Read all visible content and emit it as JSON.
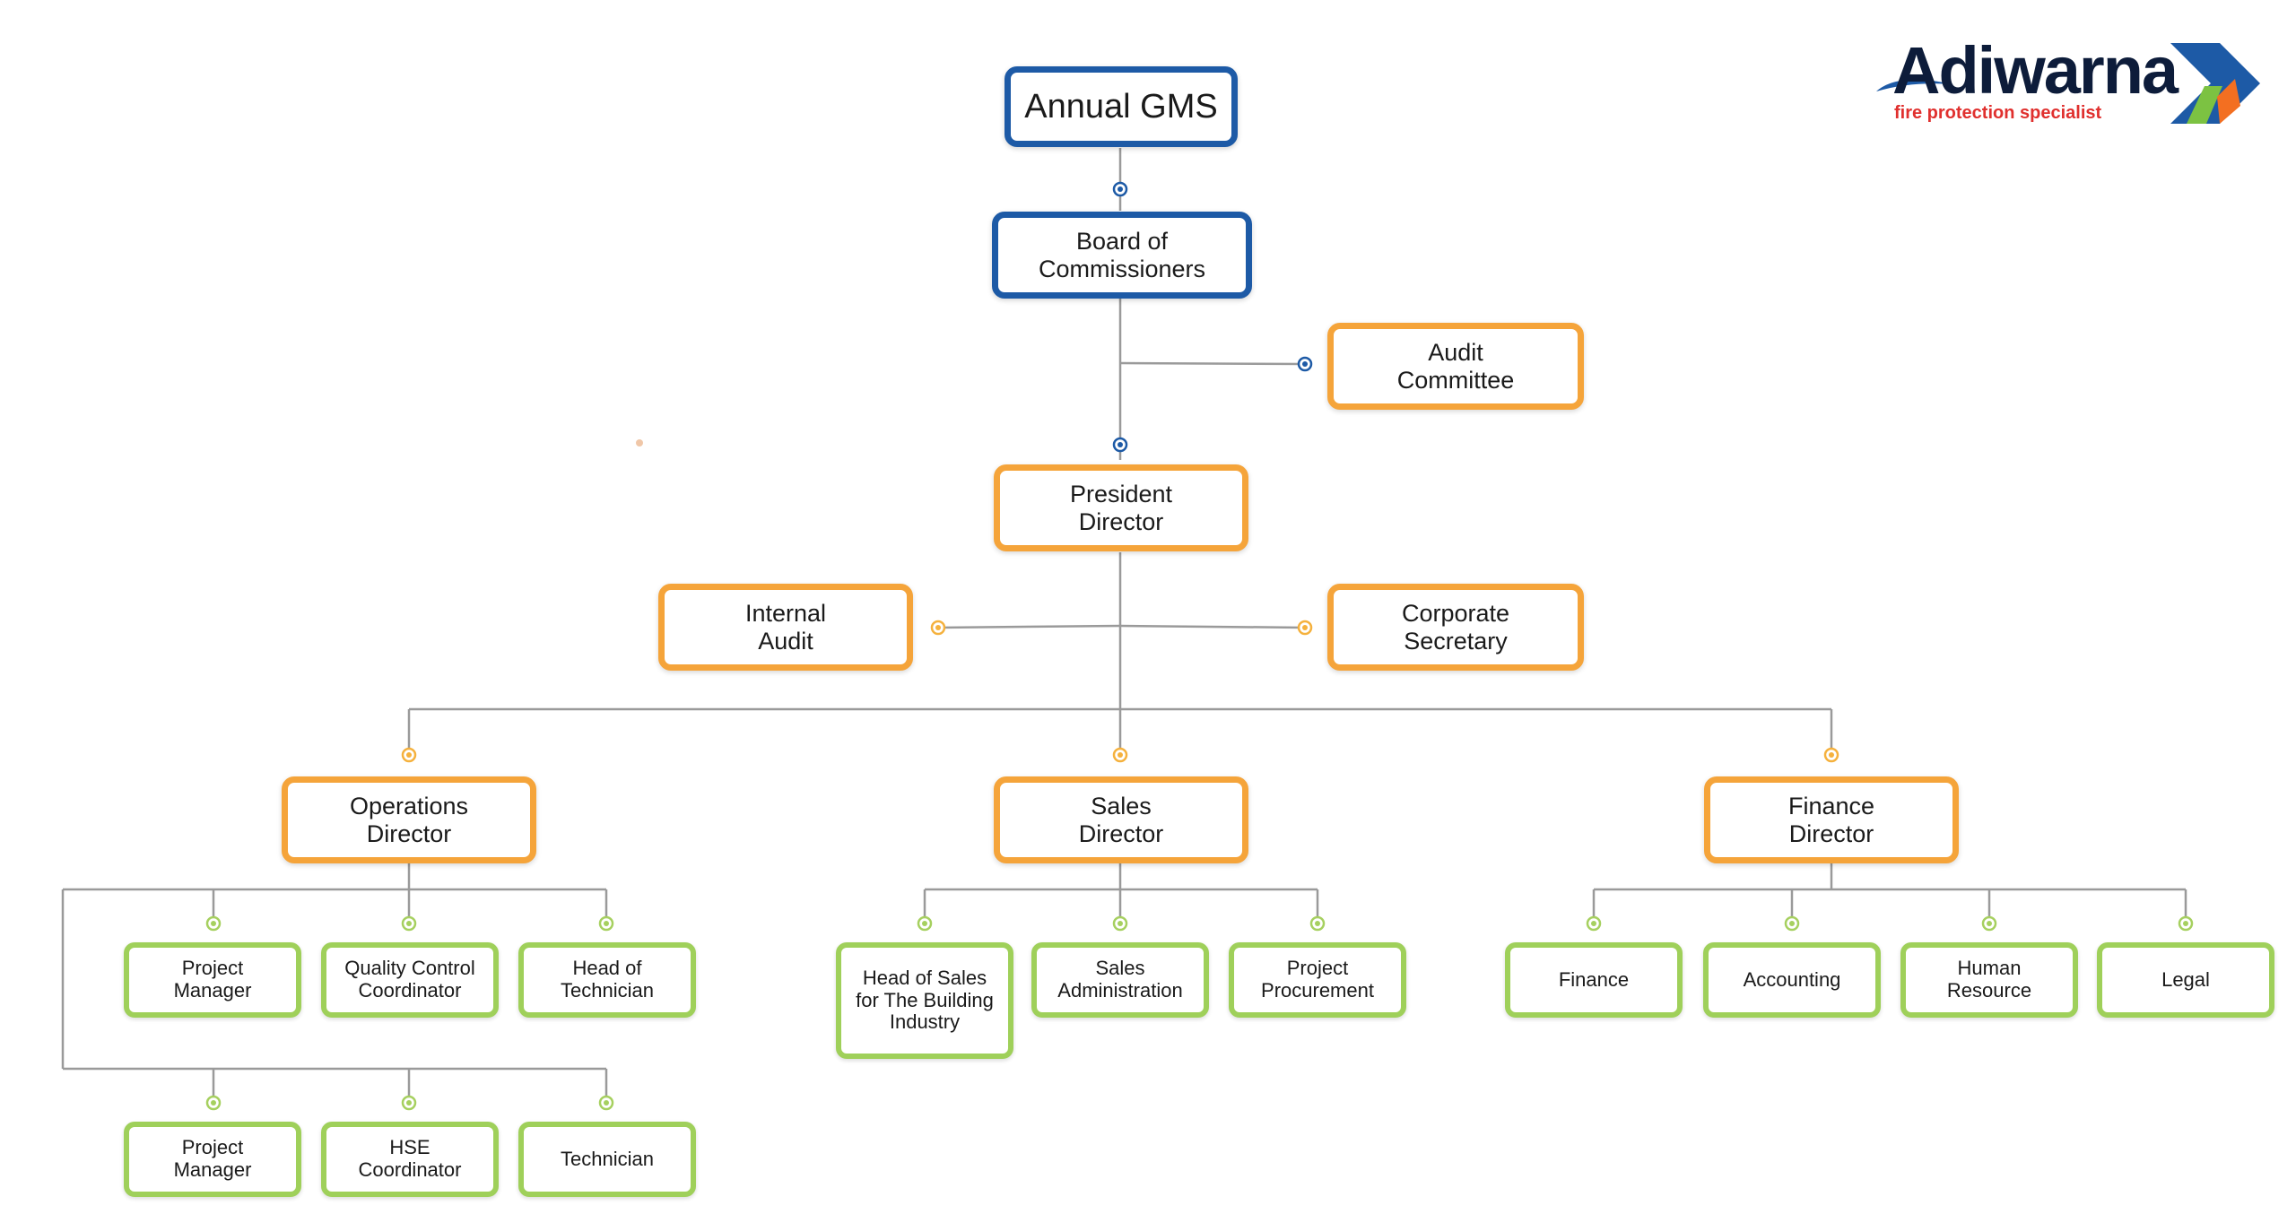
{
  "logo": {
    "name": "Adiwarna",
    "tagline": "fire protection specialist",
    "colors": {
      "text": "#0d1c3a",
      "tagline": "#e0302e",
      "arrow_blue": "#1d5aa6",
      "arrow_green": "#7cc242",
      "arrow_orange": "#f36f21"
    }
  },
  "colors": {
    "blue": "#1d5aa6",
    "orange": "#f5a43a",
    "green": "#9fd05a",
    "connector": "#9a9a9a",
    "dot_blue": "#1d5aa6",
    "dot_orange": "#f5b13d",
    "dot_green": "#a6d05f"
  },
  "nodes": {
    "annual_gms": "Annual GMS",
    "board": "Board of\nCommissioners",
    "audit_committee": "Audit\nCommittee",
    "president": "President\nDirector",
    "internal_audit": "Internal\nAudit",
    "corporate_secretary": "Corporate\nSecretary",
    "operations_director": "Operations\nDirector",
    "sales_director": "Sales\nDirector",
    "finance_director": "Finance\nDirector",
    "ops_project_manager_1": "Project\nManager",
    "ops_qc_coordinator": "Quality Control\nCoordinator",
    "ops_head_technician": "Head of\nTechnician",
    "ops_project_manager_2": "Project\nManager",
    "ops_hse_coordinator": "HSE\nCoordinator",
    "ops_technician": "Technician",
    "sales_head_building": "Head of Sales\nfor The Building\nIndustry",
    "sales_administration": "Sales\nAdministration",
    "sales_procurement": "Project\nProcurement",
    "fin_finance": "Finance",
    "fin_accounting": "Accounting",
    "fin_hr": "Human\nResource",
    "fin_legal": "Legal"
  }
}
